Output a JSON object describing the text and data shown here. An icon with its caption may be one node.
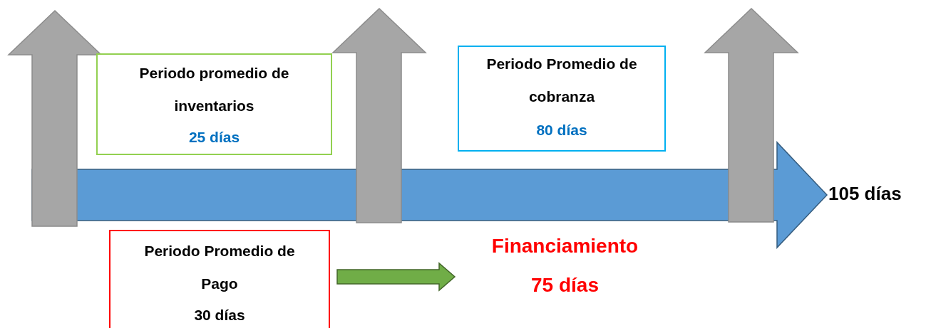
{
  "diagram": {
    "nodes": [
      {
        "text": [
          "Periodo promedio de inventarios",
          "25 días"
        ]
      },
      {
        "text": [
          "Periodo Promedio de cobranza",
          "80 días"
        ]
      },
      {
        "text": [
          "Periodo Promedio de Pago",
          "30 días"
        ]
      },
      {
        "text": [
          "Financiamiento",
          "75 días"
        ]
      },
      {
        "text": [
          "105 días"
        ]
      }
    ],
    "edges": [
      {
        "from": 2,
        "to": 3,
        "arrow": "to",
        "style": "thick",
        "color": "#70ad47"
      },
      {
        "from": null,
        "to": 4,
        "arrow": "to",
        "style": "thick",
        "color": "#5b9bd5"
      }
    ]
  }
}
